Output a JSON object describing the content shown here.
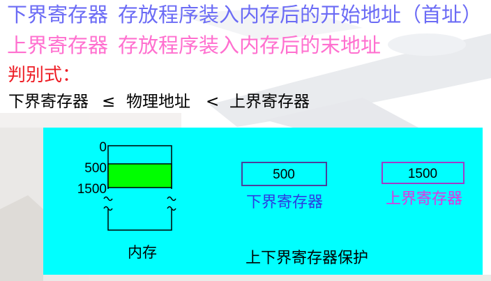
{
  "colors": {
    "lower_note": "#6b6bf5",
    "upper_note": "#ff6fcf",
    "criterion_heading": "#ee1c24",
    "panel_background": "#00ffff",
    "program_region": "#00ff00",
    "lower_register_border": "#4c3f9a",
    "upper_register_border": "#a03cc8",
    "lower_register_label": "#2b3be0",
    "upper_register_label": "#e034e0"
  },
  "notes": {
    "lower": {
      "term": "下界寄存器",
      "description": "存放程序装入内存后的开始地址（首址）"
    },
    "upper": {
      "term": "上界寄存器",
      "description": "存放程序装入内存后的末地址"
    }
  },
  "criterion": {
    "heading": "判别式：",
    "lower": "下界寄存器",
    "op_left": "≤",
    "middle": "物理地址",
    "op_right": "<",
    "upper": "上界寄存器"
  },
  "diagram": {
    "memory": {
      "addresses": [
        "0",
        "500",
        "1500"
      ],
      "label": "内存"
    },
    "lower_register": {
      "value": "500",
      "label": "下界寄存器"
    },
    "upper_register": {
      "value": "1500",
      "label": "上界寄存器"
    },
    "caption": "上下界寄存器保护"
  }
}
